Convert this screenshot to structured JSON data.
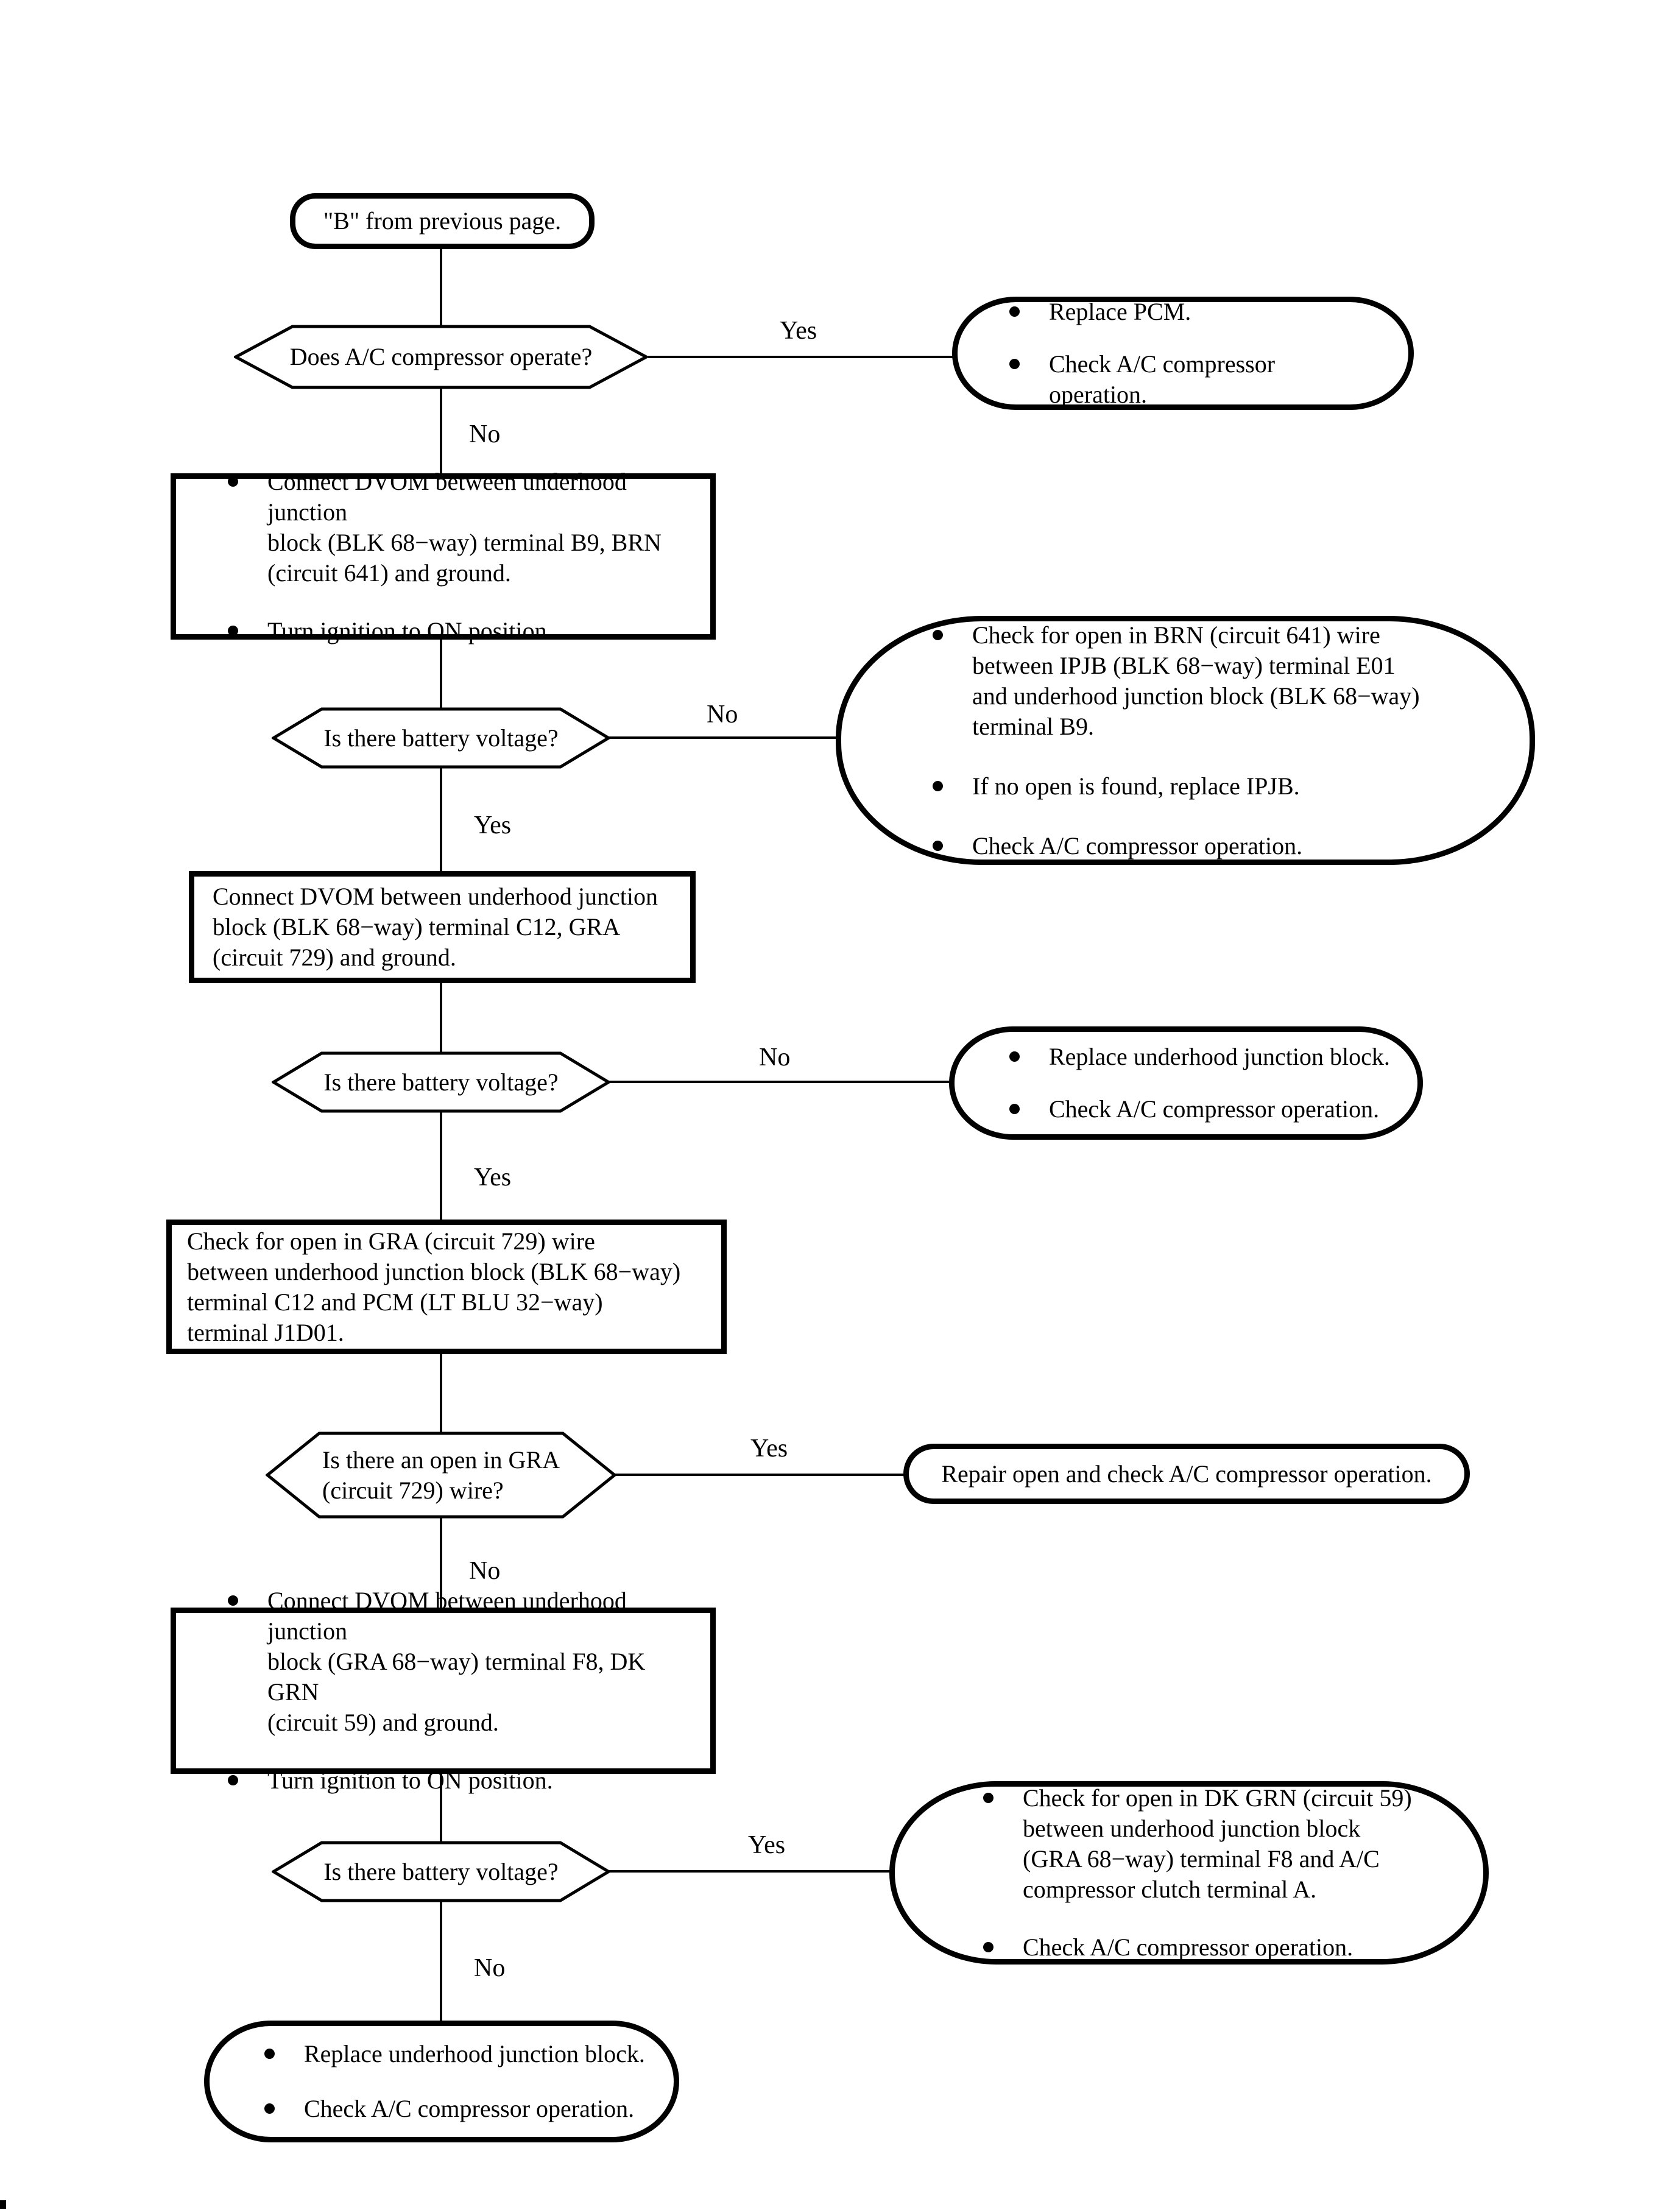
{
  "colors": {
    "ink": "#000000",
    "paper": "#ffffff"
  },
  "labels": {
    "yes": "Yes",
    "no": "No"
  },
  "nodes": {
    "start": {
      "type": "terminator",
      "text": "\"B\" from previous page."
    },
    "q_compressor": {
      "type": "decision",
      "text": "Does A/C compressor operate?"
    },
    "r_replace_pcm": {
      "type": "result",
      "bullets": [
        "Replace PCM.",
        "Check A/C compressor operation."
      ]
    },
    "p_dvom_b9": {
      "type": "process",
      "bullets": [
        "Connect DVOM between underhood junction\nblock (BLK 68−way) terminal B9, BRN\n(circuit 641) and ground.",
        "Turn ignition to ON position."
      ]
    },
    "q_batt1": {
      "type": "decision",
      "text": "Is there battery voltage?"
    },
    "r_brn_open": {
      "type": "result",
      "bullets": [
        "Check for open in BRN (circuit 641) wire\nbetween IPJB (BLK 68−way) terminal E01\nand underhood junction block (BLK 68−way)\nterminal B9.",
        "If no open is found, replace IPJB.",
        "Check A/C compressor operation."
      ]
    },
    "p_dvom_c12": {
      "type": "process",
      "text": "Connect DVOM between underhood junction\nblock (BLK 68−way) terminal C12, GRA\n(circuit 729) and ground."
    },
    "q_batt2": {
      "type": "decision",
      "text": "Is there battery voltage?"
    },
    "r_replace_ujb1": {
      "type": "result",
      "bullets": [
        "Replace underhood junction block.",
        "Check A/C compressor operation."
      ]
    },
    "p_check_gra": {
      "type": "process",
      "text": "Check for open in GRA (circuit 729) wire\nbetween underhood junction block (BLK 68−way)\nterminal C12 and PCM (LT BLU 32−way)\nterminal J1D01."
    },
    "q_gra_open": {
      "type": "decision",
      "text": "Is there an open in GRA\n(circuit 729) wire?"
    },
    "r_repair_open": {
      "type": "result",
      "text": "Repair open and check A/C compressor operation."
    },
    "p_dvom_f8": {
      "type": "process",
      "bullets": [
        "Connect DVOM between underhood junction\nblock (GRA 68−way) terminal F8, DK GRN\n(circuit 59) and ground.",
        "Turn ignition to ON position."
      ]
    },
    "q_batt3": {
      "type": "decision",
      "text": "Is there battery voltage?"
    },
    "r_dkgrn_open": {
      "type": "result",
      "bullets": [
        "Check for open in DK GRN (circuit 59)\nbetween underhood junction block\n(GRA 68−way) terminal F8 and A/C\ncompressor clutch terminal A.",
        "Check A/C compressor operation."
      ]
    },
    "r_replace_ujb2": {
      "type": "result",
      "bullets": [
        "Replace underhood junction block.",
        "Check A/C compressor operation."
      ]
    }
  }
}
